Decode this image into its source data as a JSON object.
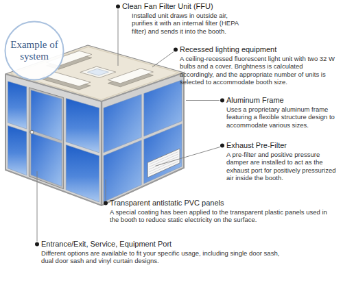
{
  "diagram": {
    "nodes": [
      {
        "text": [
          "Example of system"
        ]
      }
    ],
    "labels": [
      "Clean Fan Filter Unit (FFU)",
      "Installed unit draws in outside air, purifies it with an internal filter (HEPA filter) and sends it into the booth.",
      "Recessed lighting equipment",
      "A ceiling-recessed fluorescent light unit with two 32 W bulbs and a cover. Brightness is calculated accordingly, and the appropriate number of units is selected to accommodate booth size.",
      "Aluminum Frame",
      "Uses a proprietary aluminum frame featuring a flexible structure design to accommodate various sizes.",
      "Exhaust Pre-Filter",
      "A pre-filter and positive pressure damper are installed to act as the exhaust port for positively pressurized air inside the booth.",
      "Transparent antistatic PVC panels",
      "A special coating has been applied to the transparent plastic panels used in the booth to reduce static electricity on the surface.",
      "Entrance/Exit, Service, Equipment Port",
      "Different options are available to fit your specific usage, including single door sash, dual door sash and vinyl curtain designs."
    ]
  }
}
